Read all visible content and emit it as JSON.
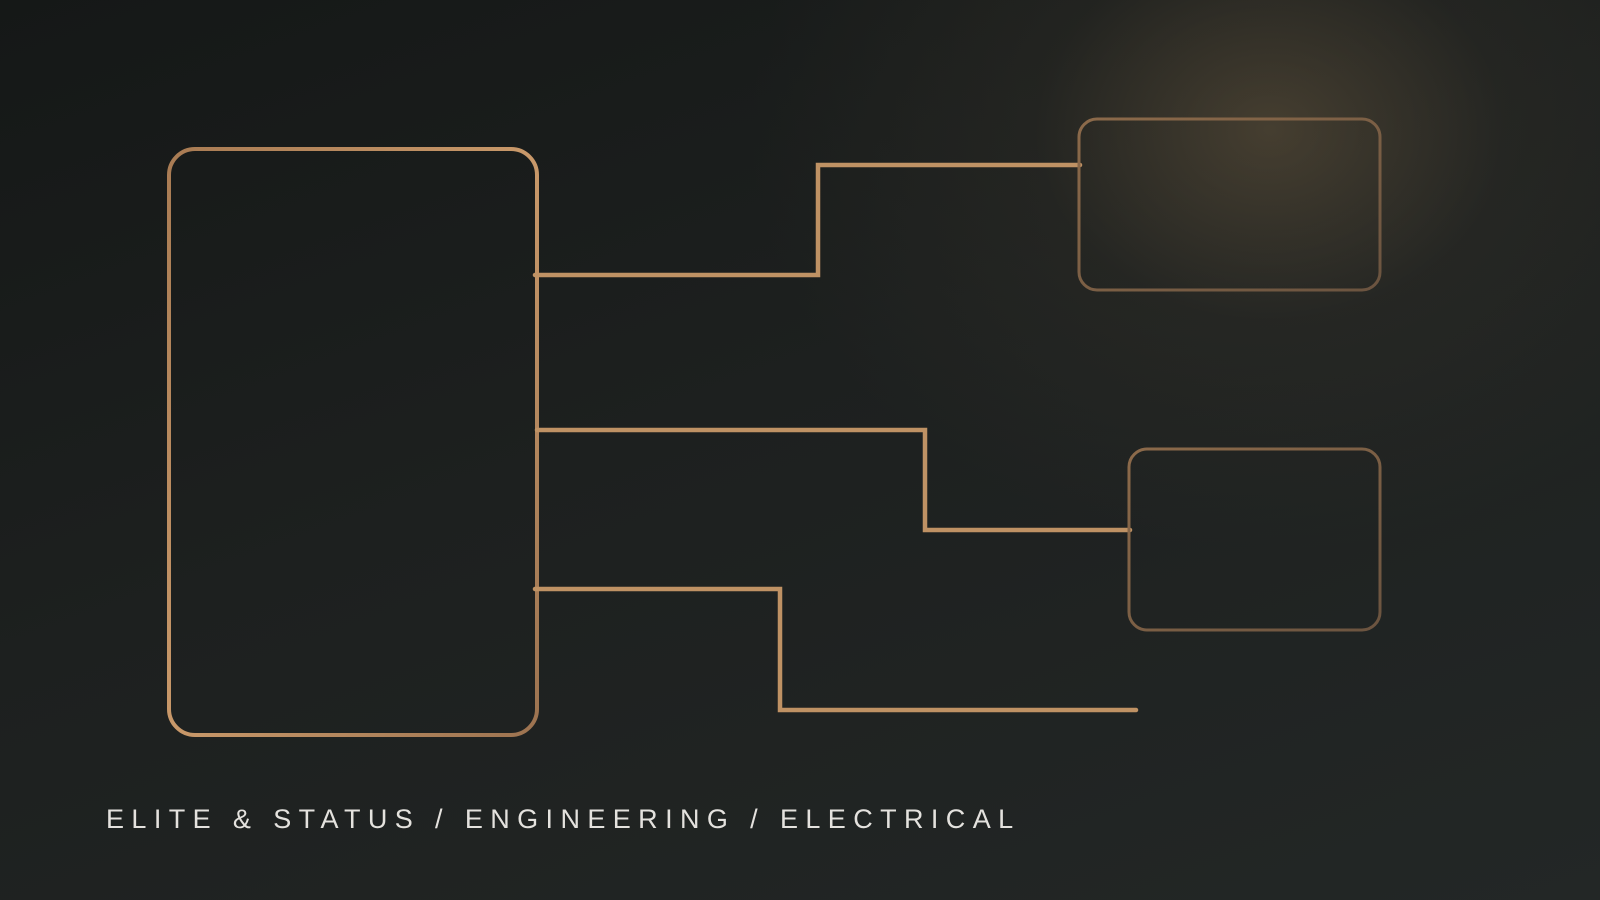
{
  "caption": "ELITE & STATUS / ENGINEERING / ELECTRICAL",
  "colors": {
    "background": "#1a1d1c",
    "line_gold": "#c19364",
    "line_gold_dark": "#8f6a48",
    "caption_text": "#e4e2de"
  },
  "diagram": {
    "panel_lines": 5,
    "connectors": 3,
    "target_boxes": 2
  }
}
